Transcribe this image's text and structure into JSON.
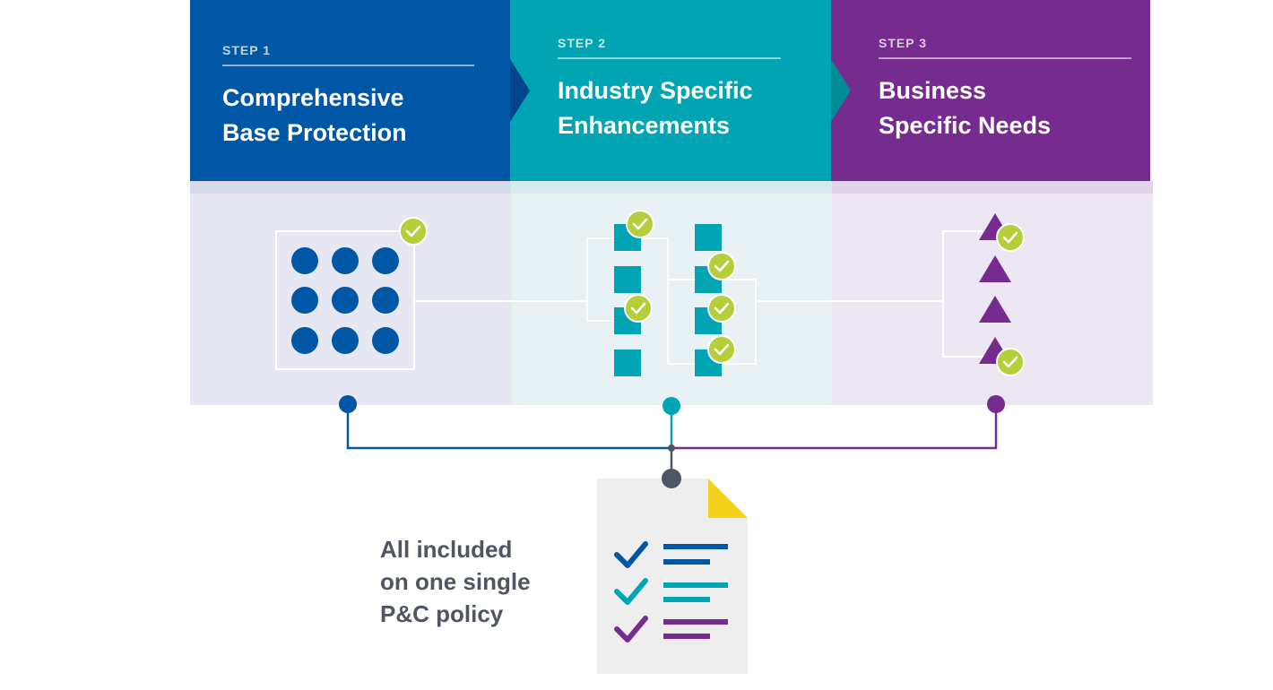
{
  "steps": [
    {
      "label": "STEP 1",
      "title_line1": "Comprehensive",
      "title_line2": "Base Protection"
    },
    {
      "label": "STEP 2",
      "title_line1": "Industry Specific",
      "title_line2": "Enhancements"
    },
    {
      "label": "STEP 3",
      "title_line1": "Business",
      "title_line2": "Specific Needs"
    }
  ],
  "summary": {
    "line1": "All included",
    "line2": "on one single",
    "line3": "P&C policy"
  },
  "colors": {
    "step1": "#0057a6",
    "step2": "#00a4b3",
    "step3": "#762b8f",
    "check_badge": "#b5cf3a",
    "connector_gray": "#4f5563",
    "document_corner": "#f5d21b"
  },
  "icons": {
    "step1_glyph": "circle-grid-icon",
    "step2_glyph": "square-bracket-icon",
    "step3_glyph": "triangle-bracket-icon",
    "badge": "checkmark-badge-icon",
    "document": "policy-document-icon"
  }
}
